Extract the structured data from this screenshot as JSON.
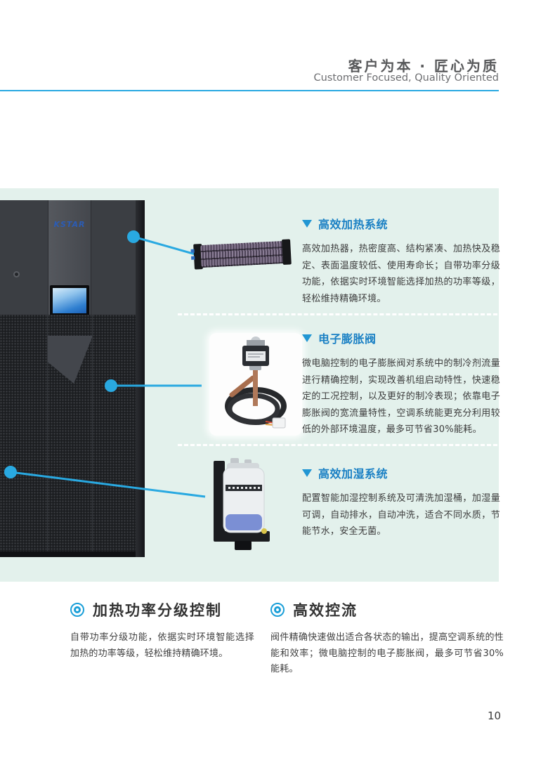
{
  "page": {
    "number": "10"
  },
  "header": {
    "title_zh": "客户为本 · 匠心为质",
    "title_en": "Customer Focused, Quality Oriented"
  },
  "product": {
    "brand": "KSTAR"
  },
  "features": [
    {
      "title": "高效加热系统",
      "body": "高效加热器，热密度高、结构紧凑、加热快及稳定、表面温度较低、使用寿命长；自带功率分级功能，依据实时环境智能选择加热的功率等级，轻松维持精确环境。",
      "image": "heater-element"
    },
    {
      "title": "电子膨胀阀",
      "body": "微电脑控制的电子膨胀阀对系统中的制冷剂流量进行精确控制，实现改善机组启动特性，快速稳定的工况控制，以及更好的制冷表现；依靠电子膨胀阀的宽流量特性，空调系统能更充分利用较低的外部环境温度，最多可节省30%能耗。",
      "image": "expansion-valve"
    },
    {
      "title": "高效加湿系统",
      "body": "配置智能加湿控制系统及可清洗加湿桶，加湿量可调，自动排水，自动冲洗，适合不同水质，节能节水，安全无菌。",
      "image": "humidifier"
    }
  ],
  "sections": [
    {
      "title": "加热功率分级控制",
      "body": "自带功率分级功能，依据实时环境智能选择加热的功率等级，轻松维持精确环境。"
    },
    {
      "title": "高效控流",
      "body": "阀件精确快速做出适合各状态的输出，提高空调系统的性能和效率；微电脑控制的电子膨胀阀，最多可节省30%能耗。"
    }
  ],
  "colors": {
    "accent_blue": "#29a9e1",
    "heading_blue": "#1a80c4",
    "panel_bg": "#e3f1ec"
  }
}
